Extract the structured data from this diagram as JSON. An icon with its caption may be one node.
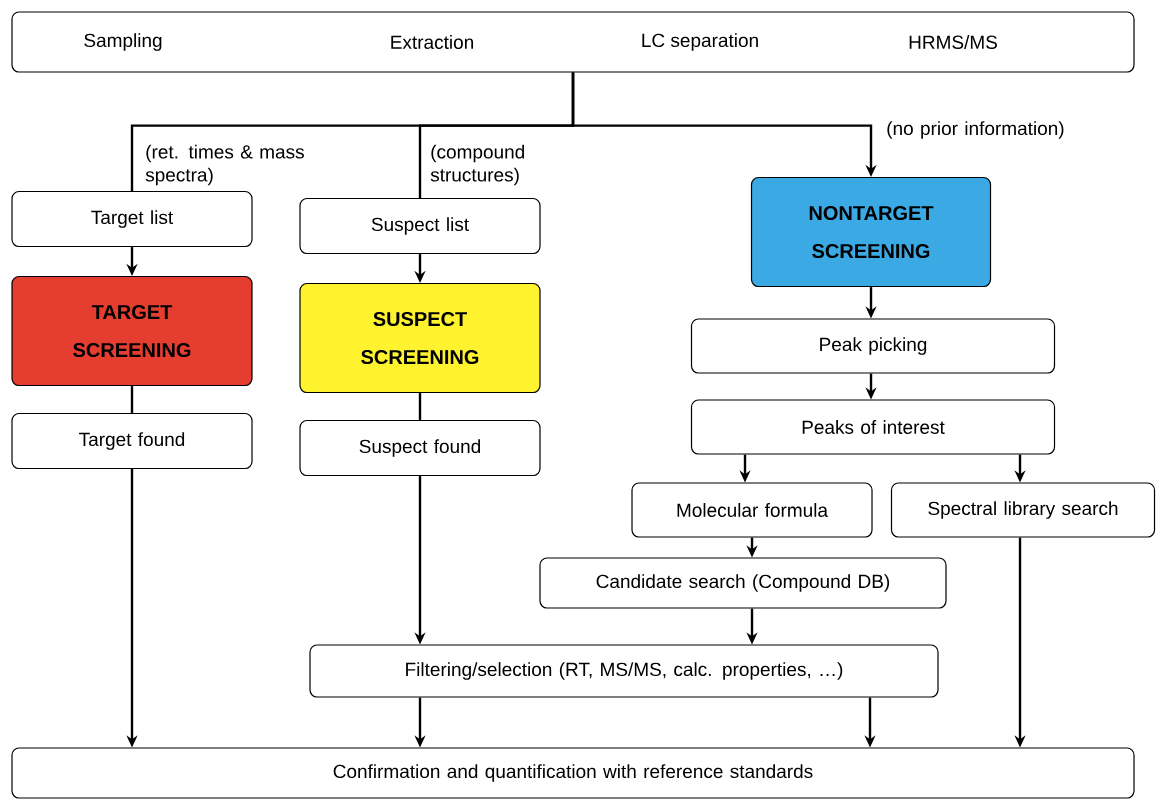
{
  "diagram": {
    "nodes": [
      {
        "text": [
          "Sampling",
          "Extraction",
          "LC separation",
          "HRMS/MS"
        ]
      },
      {
        "text": [
          "Target list"
        ]
      },
      {
        "text": [
          "Suspect list"
        ]
      },
      {
        "text": [
          "NONTARGET SCREENING"
        ]
      },
      {
        "text": [
          "TARGET SCREENING"
        ]
      },
      {
        "text": [
          "SUSPECT SCREENING"
        ]
      },
      {
        "text": [
          "Peak picking"
        ]
      },
      {
        "text": [
          "Target found"
        ]
      },
      {
        "text": [
          "Suspect found"
        ]
      },
      {
        "text": [
          "Peaks of interest"
        ]
      },
      {
        "text": [
          "Molecular formula"
        ]
      },
      {
        "text": [
          "Spectral library search"
        ]
      },
      {
        "text": [
          "Candidate search (Compound DB)"
        ]
      },
      {
        "text": [
          "Filtering/selection (RT, MS/MS, calc. properties, …)"
        ]
      },
      {
        "text": [
          "Confirmation and quantification with reference standards"
        ]
      }
    ],
    "edges": [
      {
        "from": 0,
        "to": 1,
        "arrow": "none",
        "label": "(ret. times & mass spectra)"
      },
      {
        "from": 0,
        "to": 2,
        "arrow": "none",
        "label": "(compound structures)"
      },
      {
        "from": 0,
        "to": 3,
        "arrow": "to",
        "label": "(no prior information)"
      },
      {
        "from": 1,
        "to": 4,
        "arrow": "to"
      },
      {
        "from": 2,
        "to": 5,
        "arrow": "to"
      },
      {
        "from": 3,
        "to": 6,
        "arrow": "to"
      },
      {
        "from": 4,
        "to": 7,
        "arrow": "none"
      },
      {
        "from": 5,
        "to": 8,
        "arrow": "none"
      },
      {
        "from": 6,
        "to": 9,
        "arrow": "to"
      },
      {
        "from": 9,
        "to": 10,
        "arrow": "to"
      },
      {
        "from": 9,
        "to": 11,
        "arrow": "to"
      },
      {
        "from": 10,
        "to": 12,
        "arrow": "to"
      },
      {
        "from": 7,
        "to": 14,
        "arrow": "to"
      },
      {
        "from": 8,
        "to": 13,
        "arrow": "to"
      },
      {
        "from": 12,
        "to": 13,
        "arrow": "to"
      },
      {
        "from": 13,
        "to": 14,
        "arrow": "to"
      },
      {
        "from": 13,
        "to": 14,
        "arrow": "to"
      },
      {
        "from": 11,
        "to": 14,
        "arrow": "to"
      }
    ]
  }
}
